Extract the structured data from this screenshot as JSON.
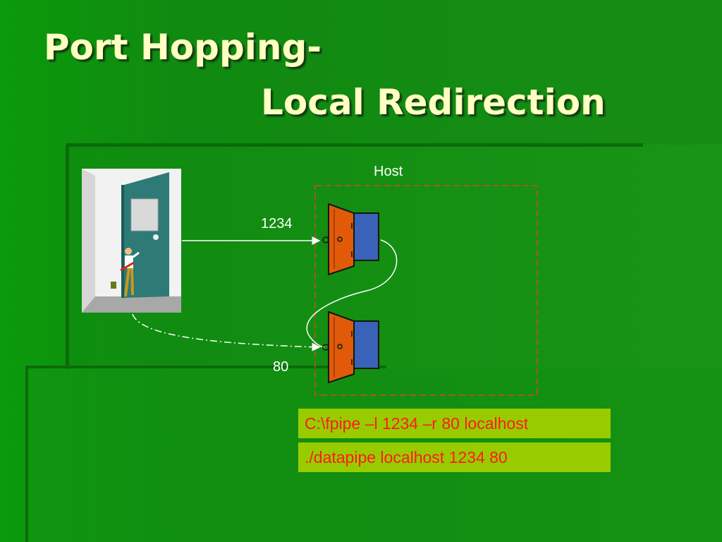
{
  "title": {
    "line1": "Port Hopping-",
    "line2": "Local Redirection"
  },
  "diagram": {
    "host_label": "Host",
    "port_top": "1234",
    "port_bottom": "80"
  },
  "commands": [
    "C:\\fpipe –l 1234 –r 80 localhost",
    "./datapipe localhost 1234 80"
  ],
  "colors": {
    "title_text": "#ffffc2",
    "command_box": "#99cc00",
    "command_text": "#ff1a1a",
    "door_panel": "#e05a0a",
    "door_opening": "#3a62b8",
    "host_border": "#d24a1e"
  }
}
